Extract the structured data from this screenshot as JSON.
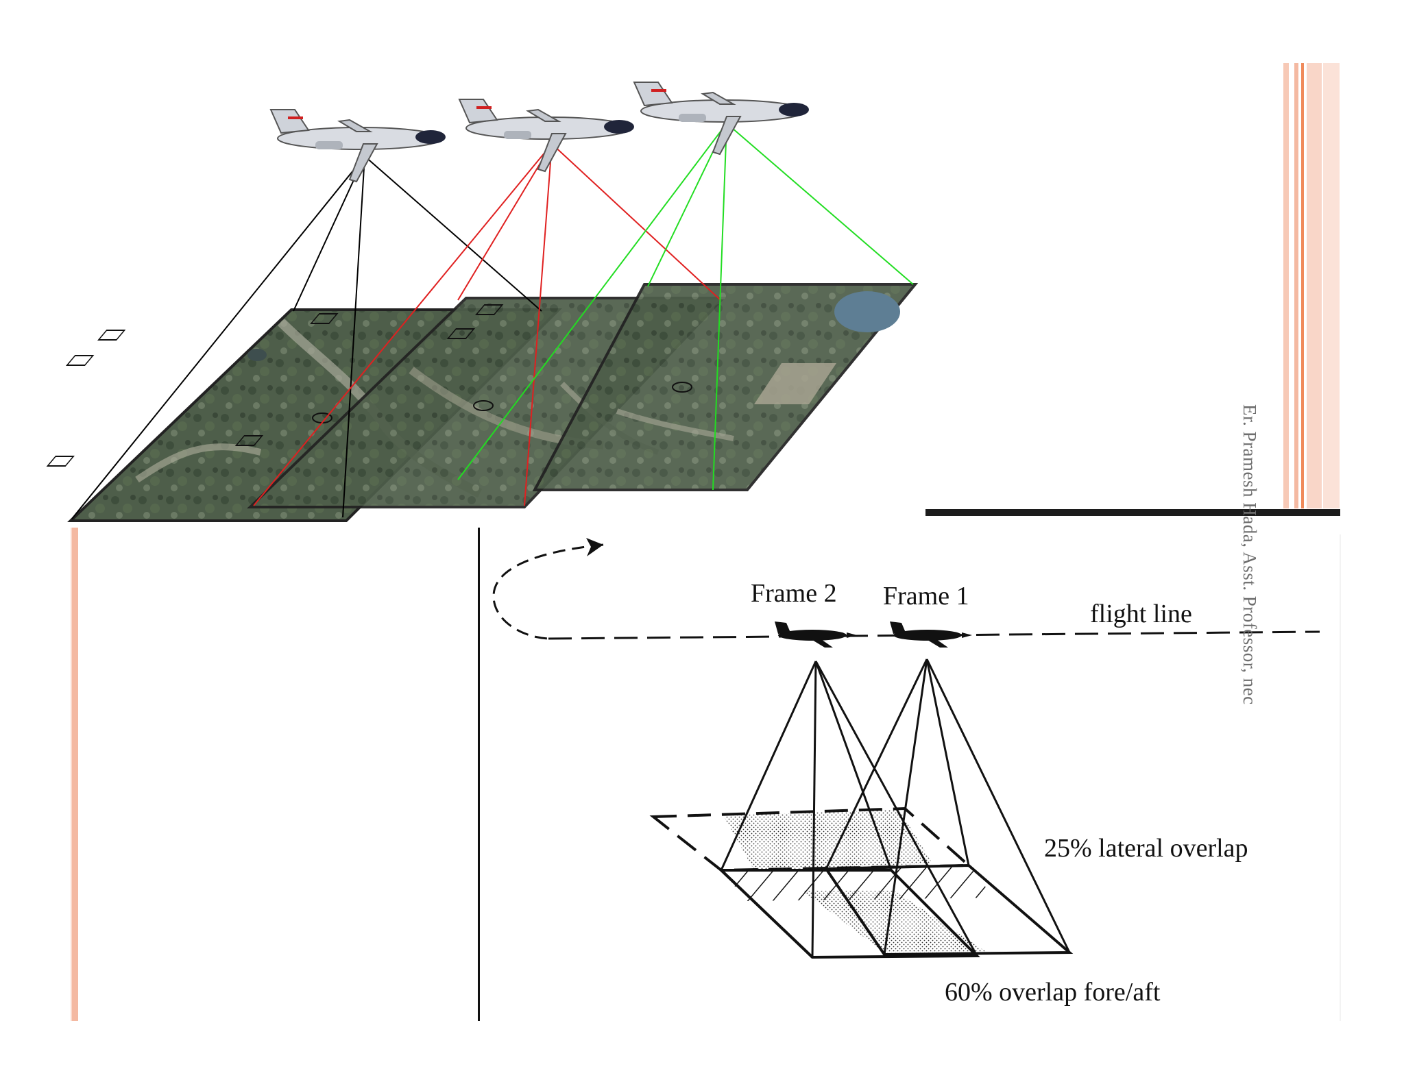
{
  "slide": {
    "accent_colors": {
      "salmon": "#f4b9a2",
      "salmon_light": "#f9d6c8",
      "orange": "#f08a5a",
      "rule": "#1c1c1c"
    },
    "credit_text": "Er. Pramesh Hada, Asst. Professor, nec"
  },
  "top_figure": {
    "aircraft": [
      {
        "sight_line_color": "#000000"
      },
      {
        "sight_line_color": "#e02020"
      },
      {
        "sight_line_color": "#22dd22"
      }
    ],
    "photo_colors": {
      "forest": "#4e5e4a",
      "field": "#9a9a86",
      "water": "#5e7e94"
    }
  },
  "bottom_figure": {
    "frame_2_label": "Frame 2",
    "frame_1_label": "Frame 1",
    "flight_line_label": "flight line",
    "lateral_overlap_label": "25% lateral overlap",
    "foreaft_overlap_label": "60% overlap fore/aft"
  }
}
